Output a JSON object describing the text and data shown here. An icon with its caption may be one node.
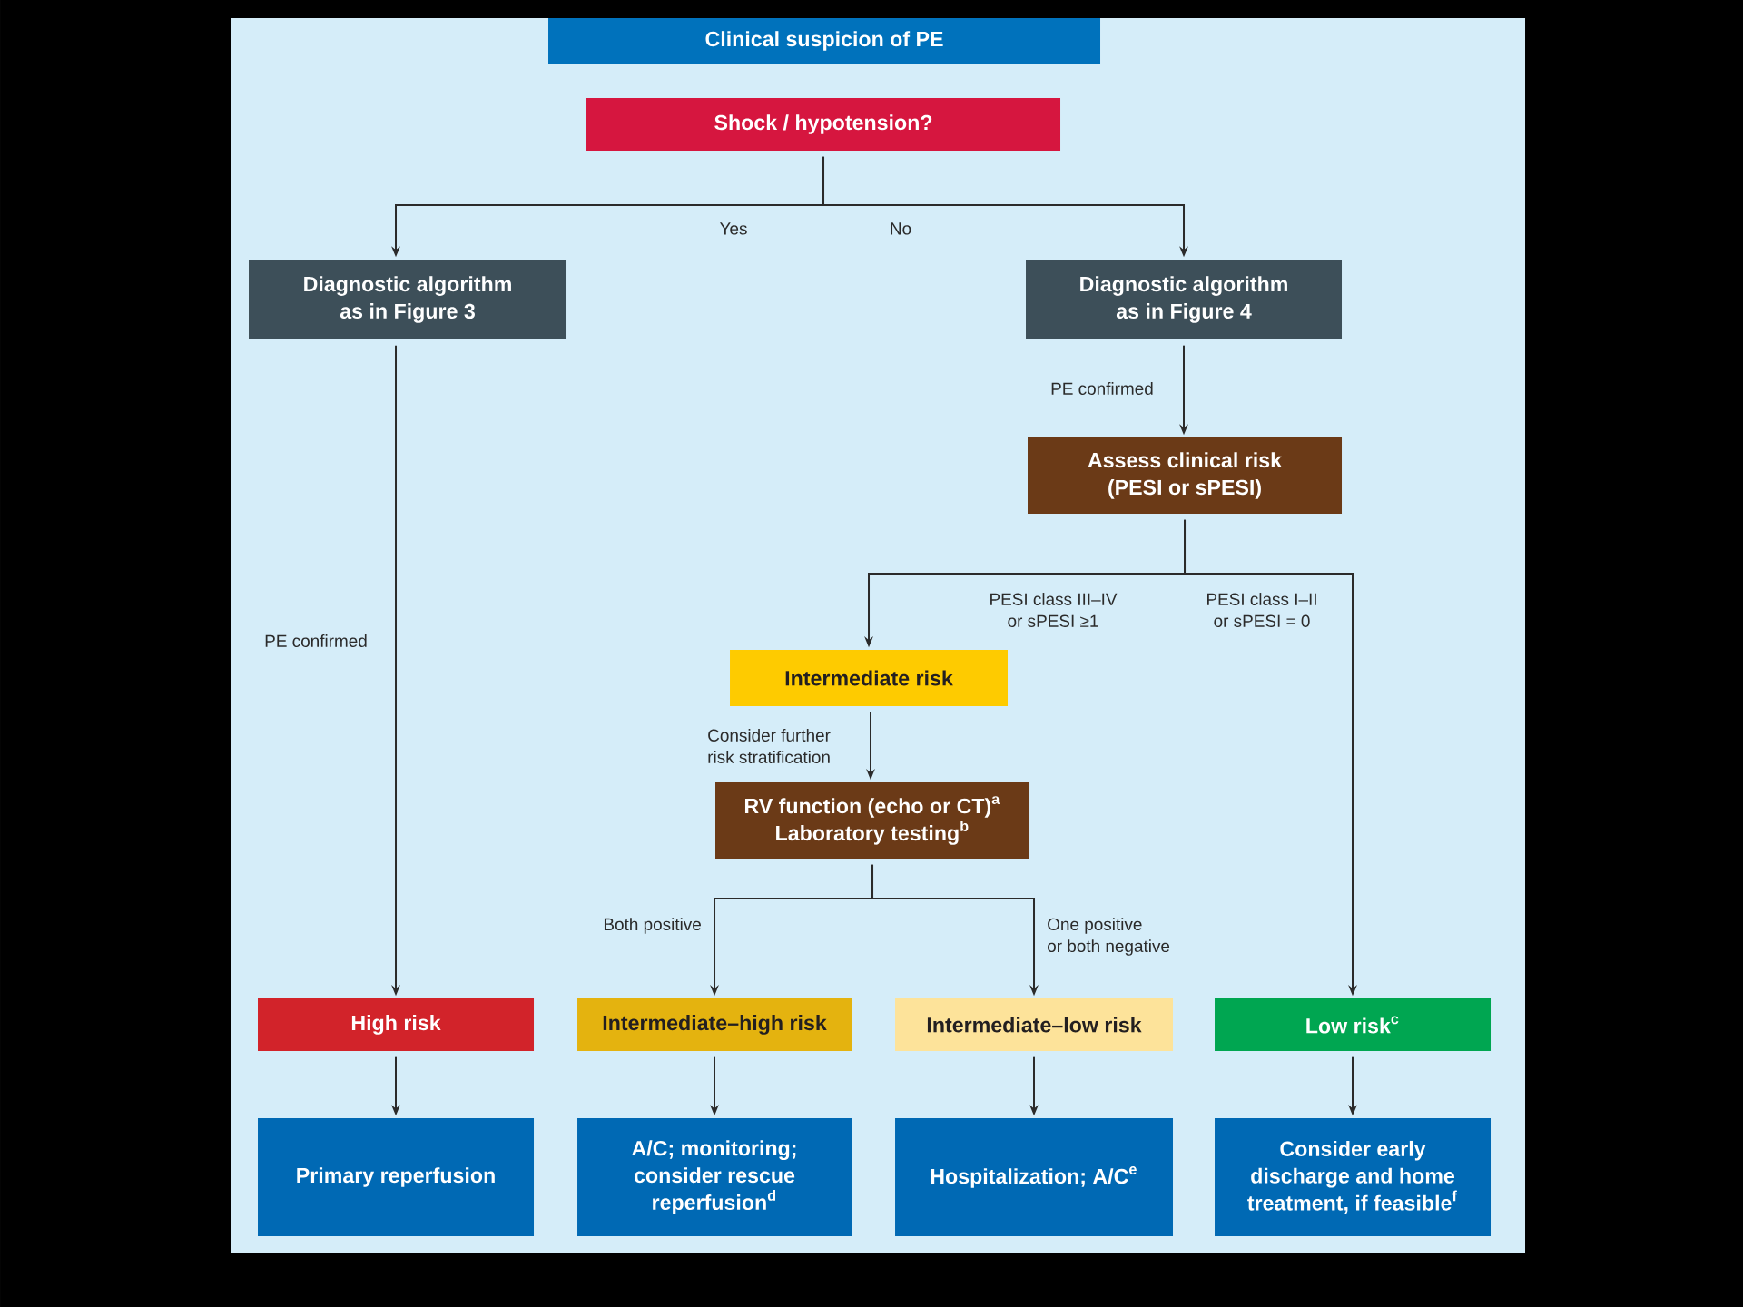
{
  "diagram": {
    "nodes": [
      {
        "text": [
          "Clinical suspicion of PE"
        ]
      },
      {
        "text": [
          "Shock / hypotension?"
        ]
      },
      {
        "text": [
          "Diagnostic algorithm as in Figure 3"
        ]
      },
      {
        "text": [
          "Diagnostic algorithm as in Figure 4"
        ]
      },
      {
        "text": [
          "Assess clinical risk (PESI or sPESI)"
        ]
      },
      {
        "text": [
          "Intermediate risk"
        ]
      },
      {
        "text": [
          "RV function (echo or CT)$^{a}$ Laboratory testing$^{b}$"
        ]
      },
      {
        "text": [
          "High risk"
        ]
      },
      {
        "text": [
          "Intermediate–high risk"
        ]
      },
      {
        "text": [
          "Intermediate–low risk"
        ]
      },
      {
        "text": [
          "Low risk$^{c}$"
        ]
      },
      {
        "text": [
          "Primary reperfusion"
        ]
      },
      {
        "text": [
          "A/C; monitoring; consider rescue reperfusion$^{d}$"
        ]
      },
      {
        "text": [
          "Hospitalization; A/C$^{e}$"
        ]
      },
      {
        "text": [
          "Consider early discharge and home treatment, if feasible$^{f}$"
        ]
      }
    ],
    "edges": [
      {
        "from": 1,
        "to": 2,
        "arrow": "to",
        "label": "Yes"
      },
      {
        "from": 1,
        "to": 3,
        "arrow": "to",
        "label": "No"
      },
      {
        "from": 3,
        "to": 4,
        "arrow": "to",
        "label": "PE confirmed"
      },
      {
        "from": 2,
        "to": 7,
        "arrow": "to",
        "label": "PE confirmed"
      },
      {
        "from": 4,
        "to": 5,
        "arrow": "to",
        "label": "PESI class III–IV or sPESI ≥1"
      },
      {
        "from": 4,
        "to": 10,
        "arrow": "to",
        "label": "PESI class I–II or sPESI = 0"
      },
      {
        "from": 5,
        "to": 6,
        "arrow": "to",
        "label": "Consider further risk stratification"
      },
      {
        "from": 6,
        "to": 8,
        "arrow": "to",
        "label": "Both positive"
      },
      {
        "from": 6,
        "to": 9,
        "arrow": "to",
        "label": "One positive or both negative"
      },
      {
        "from": 7,
        "to": 11,
        "arrow": "to"
      },
      {
        "from": 8,
        "to": 12,
        "arrow": "to"
      },
      {
        "from": 9,
        "to": 13,
        "arrow": "to"
      },
      {
        "from": 10,
        "to": 14,
        "arrow": "to"
      }
    ]
  }
}
